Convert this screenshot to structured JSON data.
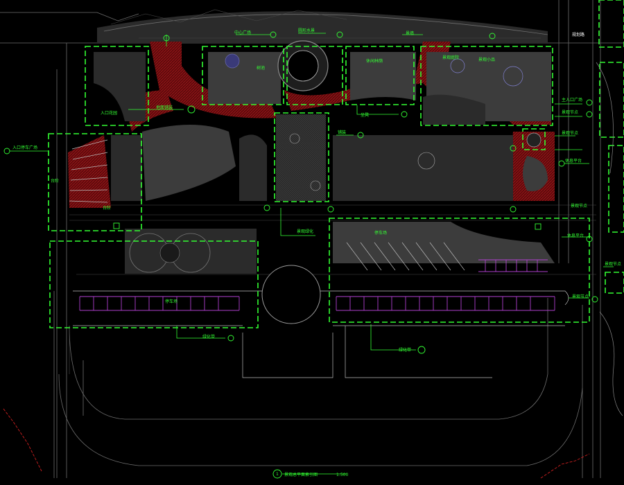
{
  "drawing": {
    "title": "景观总平面索引图",
    "scale": "1:500",
    "title_marker": "1"
  },
  "labels": {
    "top_left_garden": "入口花园",
    "top_center_area": "中心广场",
    "center_circle": "圆形水景",
    "top_right_grove": "休闲林荫",
    "right_court": "景观庭院",
    "far_right": "主入口广场",
    "left_plaza": "入口停车广场",
    "left_stairs": "台阶",
    "lower_left": "停车场",
    "lower_right": "停车场",
    "bottom_left_note": "绿化带",
    "bottom_center_note": "绿化带",
    "center_strip": "铺装",
    "right_strip": "景观绿化",
    "right_side_1": "景观节点",
    "right_side_2": "景观节点",
    "right_side_3": "休息平台",
    "top_right_corner": "规划路",
    "misc_1": "地面铺装",
    "misc_2": "树池",
    "misc_3": "景墙",
    "misc_4": "景观小品",
    "misc_5": "坐凳"
  }
}
